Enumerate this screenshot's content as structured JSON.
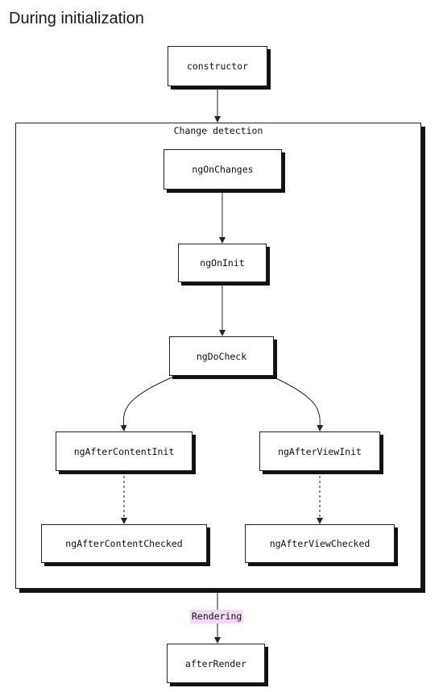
{
  "title": "During initialization",
  "cluster": {
    "label": "Change detection"
  },
  "nodes": {
    "constructor": "constructor",
    "ngOnChanges": "ngOnChanges",
    "ngOnInit": "ngOnInit",
    "ngDoCheck": "ngDoCheck",
    "ngAfterContentInit": "ngAfterContentInit",
    "ngAfterViewInit": "ngAfterViewInit",
    "ngAfterContentChecked": "ngAfterContentChecked",
    "ngAfterViewChecked": "ngAfterViewChecked",
    "afterRender": "afterRender"
  },
  "edges": {
    "rendering_label": "Rendering"
  },
  "colors": {
    "edge_label_bg": "#f3d8f7",
    "line": "#222222",
    "shadow": "#111111"
  }
}
